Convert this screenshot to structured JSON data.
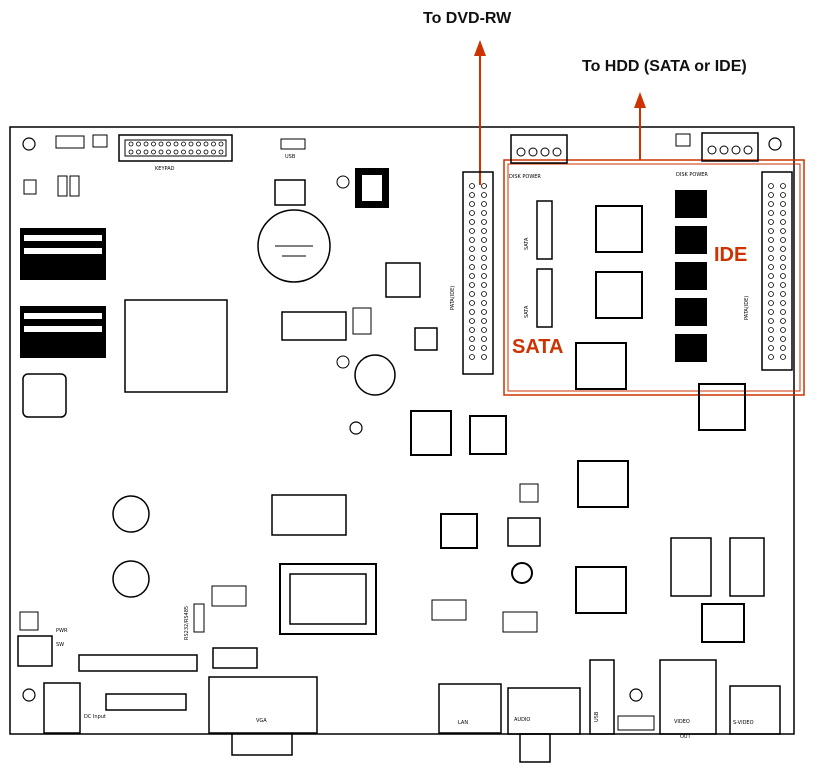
{
  "callouts": {
    "dvd": "To DVD-RW",
    "hdd": "To HDD (SATA or IDE)"
  },
  "highlight": {
    "ide_label": "IDE",
    "sata_label": "SATA",
    "accent_color": "#cc3300"
  },
  "board_labels": {
    "keypad": "KEYPAD",
    "usb": "USB",
    "disk_power_1": "DISK POWER",
    "disk_power_2": "DISK POWER",
    "pata_left": "PATA(IDE)",
    "pata_right": "PATA(IDE)",
    "sata_a": "SATA",
    "sata_b": "SATA",
    "pwr": "PWR",
    "sw": "SW",
    "rs232": "RS232/RS485",
    "dc_input": "DC Input",
    "vga": "VGA",
    "lan": "LAN",
    "audio": "AUDIO",
    "usb_bottom": "USB",
    "video_out": "VIDEO",
    "out": "OUT",
    "svideo": "S-VIDEO"
  }
}
